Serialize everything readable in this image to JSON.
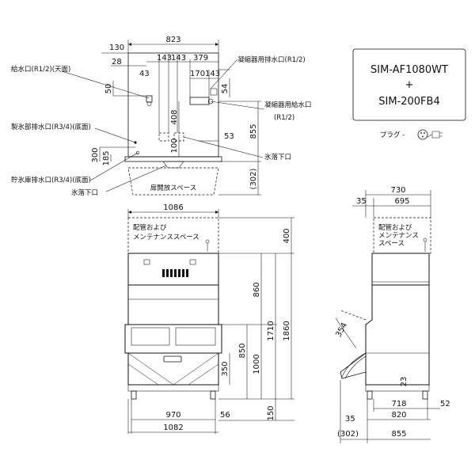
{
  "model": {
    "primary": "SIM-AF1080WT",
    "plus": "+",
    "secondary": "SIM-200FB4"
  },
  "plug_label": "プラグ -",
  "top_view": {
    "dims": {
      "d823": "823",
      "d130": "130",
      "d28": "28",
      "d143a": "143",
      "d143b": "143",
      "d379": "379",
      "d43": "43",
      "d170": "170",
      "d143c": "143",
      "d50": "50",
      "d54": "54",
      "d408": "408",
      "d855": "855",
      "d53": "53",
      "d100": "100",
      "d300": "300",
      "d185": "185",
      "d302": "(302)"
    },
    "labels": {
      "water_supply": "給水口(R1/2)(天面)",
      "condenser_drain": "凝縮器用排水口(R1/2)",
      "condenser_supply_1": "凝縮器用給水口",
      "condenser_supply_2": "(R1/2)",
      "ice_maker_drain": "製氷部排水口(R3/4)(底面)",
      "ice_drop_right": "氷落下口",
      "storage_drain": "貯氷庫排水口(R3/4)(底面)",
      "ice_drop_left": "氷落下口",
      "door_space": "扉開放スペース"
    }
  },
  "front_view": {
    "dims": {
      "d1086": "1086",
      "d400": "400",
      "d860": "860",
      "d1710": "1710",
      "d1860": "1860",
      "d850": "850",
      "d1000": "1000",
      "d350": "350",
      "d970": "970",
      "d56": "56",
      "d1082": "1082",
      "d150": "150"
    },
    "labels": {
      "maint_1": "配管および",
      "maint_2": "メンテナンススペース"
    }
  },
  "side_view": {
    "dims": {
      "d730": "730",
      "d35a": "35",
      "d695": "695",
      "d354": "354",
      "d23": "23",
      "d718": "718",
      "d52": "52",
      "d820": "820",
      "d35b": "35",
      "d302": "(302)",
      "d855": "855"
    },
    "labels": {
      "maint_1": "配管および",
      "maint_2": "メンテナンス",
      "maint_3": "スペース"
    }
  }
}
